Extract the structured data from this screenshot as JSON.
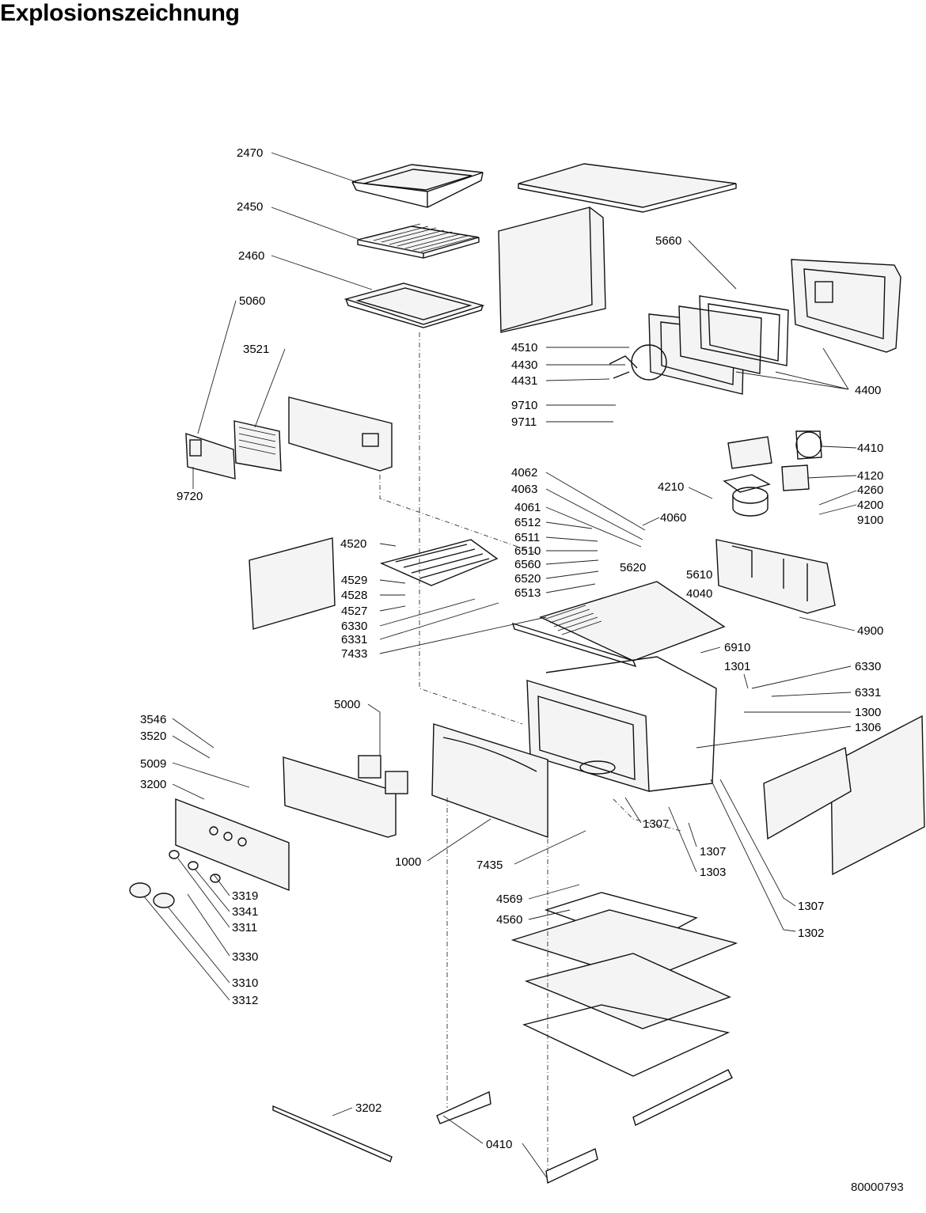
{
  "page": {
    "title": "Explosionszeichnung",
    "document_number": "80000793"
  },
  "callouts": [
    {
      "id": "2470",
      "label": "2470"
    },
    {
      "id": "2450",
      "label": "2450"
    },
    {
      "id": "2460",
      "label": "2460"
    },
    {
      "id": "5060",
      "label": "5060"
    },
    {
      "id": "3521",
      "label": "3521"
    },
    {
      "id": "9720",
      "label": "9720"
    },
    {
      "id": "5660",
      "label": "5660"
    },
    {
      "id": "4510",
      "label": "4510"
    },
    {
      "id": "4430",
      "label": "4430"
    },
    {
      "id": "4431",
      "label": "4431"
    },
    {
      "id": "4400",
      "label": "4400"
    },
    {
      "id": "9710",
      "label": "9710"
    },
    {
      "id": "9711",
      "label": "9711"
    },
    {
      "id": "4410",
      "label": "4410"
    },
    {
      "id": "4062",
      "label": "4062"
    },
    {
      "id": "4063",
      "label": "4063"
    },
    {
      "id": "4210",
      "label": "4210"
    },
    {
      "id": "4120",
      "label": "4120"
    },
    {
      "id": "4260",
      "label": "4260"
    },
    {
      "id": "4200",
      "label": "4200"
    },
    {
      "id": "9100",
      "label": "9100"
    },
    {
      "id": "4061",
      "label": "4061"
    },
    {
      "id": "4060",
      "label": "4060"
    },
    {
      "id": "6512",
      "label": "6512"
    },
    {
      "id": "6511",
      "label": "6511"
    },
    {
      "id": "6510",
      "label": "6510"
    },
    {
      "id": "6560",
      "label": "6560"
    },
    {
      "id": "5620",
      "label": "5620"
    },
    {
      "id": "5610",
      "label": "5610"
    },
    {
      "id": "6520",
      "label": "6520"
    },
    {
      "id": "6513",
      "label": "6513"
    },
    {
      "id": "4040",
      "label": "4040"
    },
    {
      "id": "4520",
      "label": "4520"
    },
    {
      "id": "4529",
      "label": "4529"
    },
    {
      "id": "4528",
      "label": "4528"
    },
    {
      "id": "4527",
      "label": "4527"
    },
    {
      "id": "6330a",
      "label": "6330"
    },
    {
      "id": "6331a",
      "label": "6331"
    },
    {
      "id": "7433",
      "label": "7433"
    },
    {
      "id": "4900",
      "label": "4900"
    },
    {
      "id": "6910",
      "label": "6910"
    },
    {
      "id": "1301",
      "label": "1301"
    },
    {
      "id": "6330b",
      "label": "6330"
    },
    {
      "id": "6331b",
      "label": "6331"
    },
    {
      "id": "1300",
      "label": "1300"
    },
    {
      "id": "1306",
      "label": "1306"
    },
    {
      "id": "5000",
      "label": "5000"
    },
    {
      "id": "3546",
      "label": "3546"
    },
    {
      "id": "3520",
      "label": "3520"
    },
    {
      "id": "5009",
      "label": "5009"
    },
    {
      "id": "3200",
      "label": "3200"
    },
    {
      "id": "1307a",
      "label": "1307"
    },
    {
      "id": "1307b",
      "label": "1307"
    },
    {
      "id": "1000",
      "label": "1000"
    },
    {
      "id": "7435",
      "label": "7435"
    },
    {
      "id": "1303",
      "label": "1303"
    },
    {
      "id": "1307c",
      "label": "1307"
    },
    {
      "id": "1302",
      "label": "1302"
    },
    {
      "id": "3319",
      "label": "3319"
    },
    {
      "id": "3341",
      "label": "3341"
    },
    {
      "id": "3311",
      "label": "3311"
    },
    {
      "id": "4569",
      "label": "4569"
    },
    {
      "id": "4560",
      "label": "4560"
    },
    {
      "id": "3330",
      "label": "3330"
    },
    {
      "id": "3310",
      "label": "3310"
    },
    {
      "id": "3312",
      "label": "3312"
    },
    {
      "id": "3202",
      "label": "3202"
    },
    {
      "id": "0410",
      "label": "0410"
    }
  ]
}
